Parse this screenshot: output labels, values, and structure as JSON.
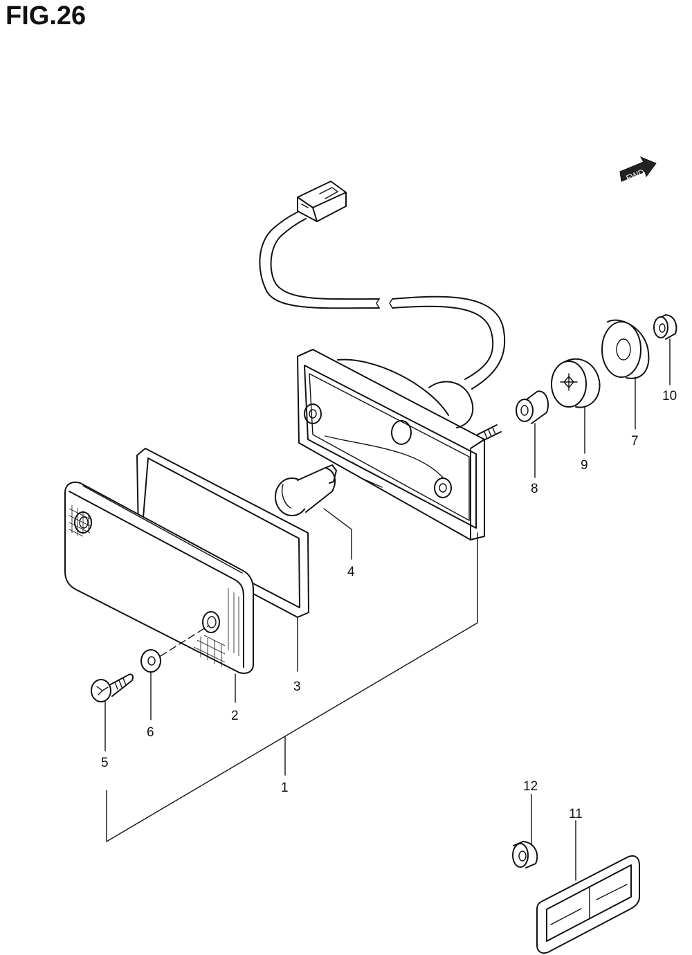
{
  "figure": {
    "title": "FIG.26"
  },
  "fwd_badge": {
    "text": "FWD"
  },
  "callouts": {
    "p1": "1",
    "p2": "2",
    "p3": "3",
    "p4": "4",
    "p5": "5",
    "p6": "6",
    "p7": "7",
    "p8": "8",
    "p9": "9",
    "p10": "10",
    "p11": "11",
    "p12": "12"
  }
}
